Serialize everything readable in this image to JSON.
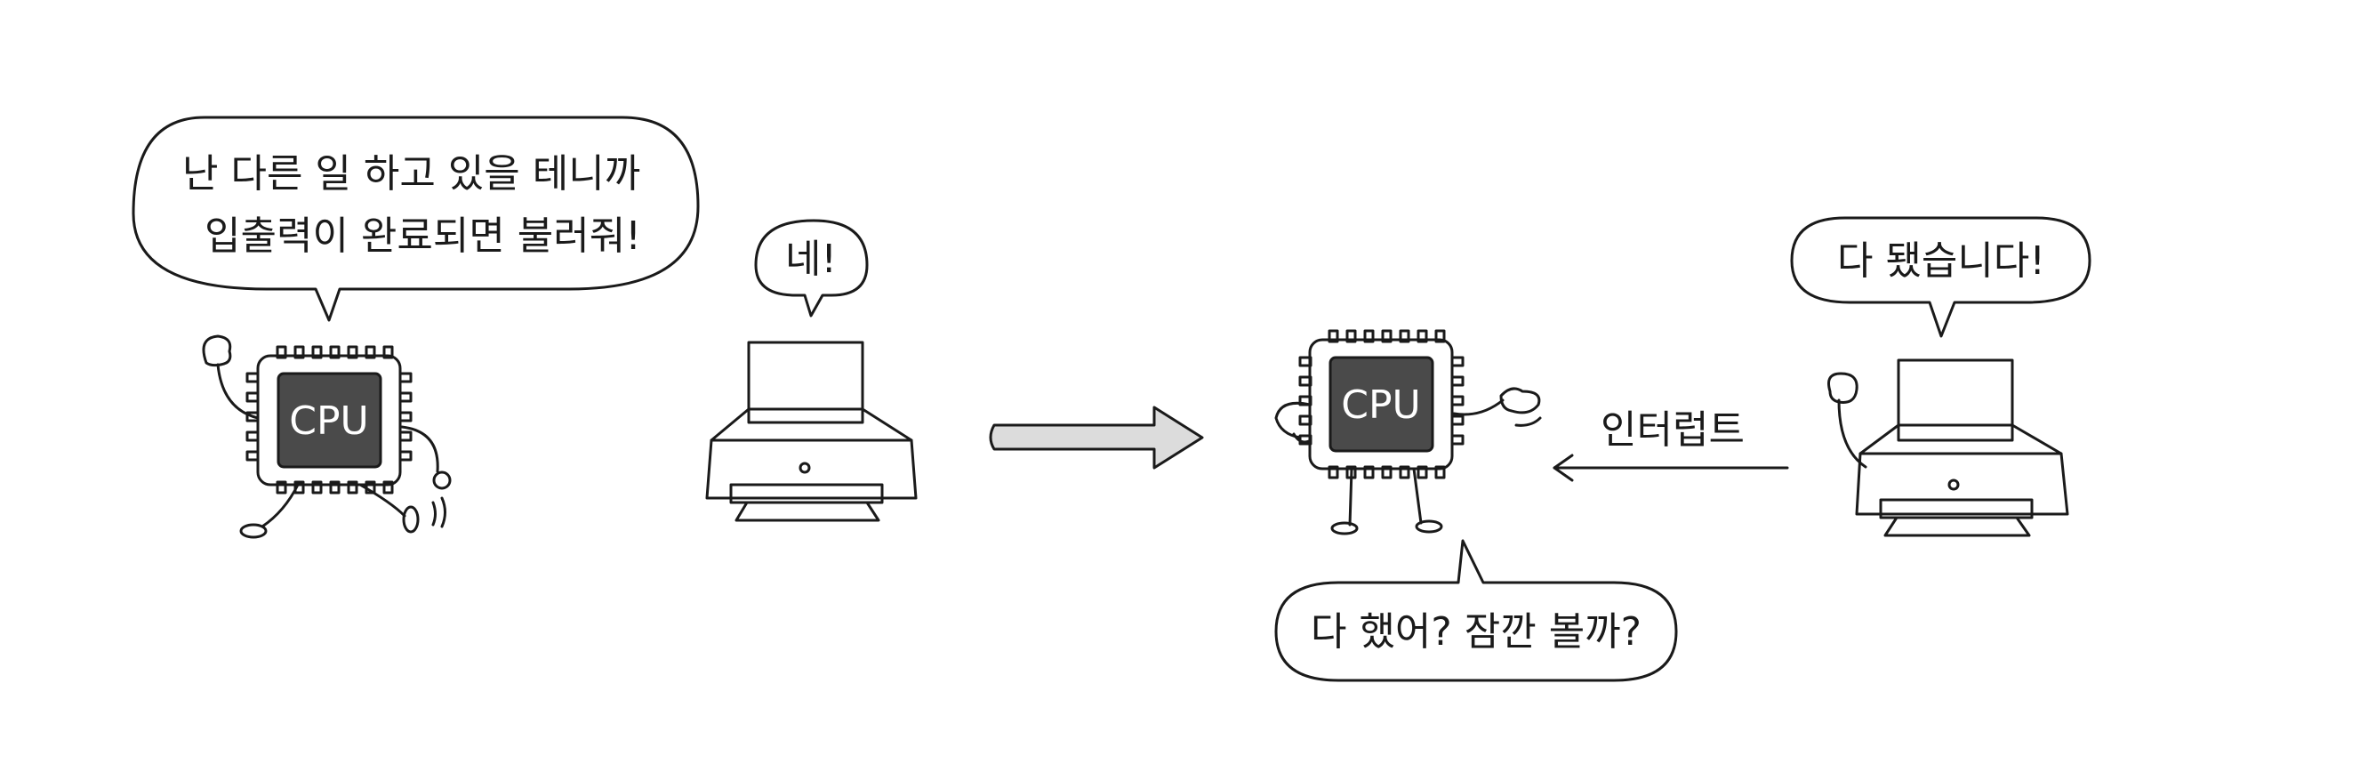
{
  "scene1": {
    "cpu_label": "CPU",
    "cpu_bubble_line1": "난 다른 일 하고 있을 테니까",
    "cpu_bubble_line2": "입출력이 완료되면 불러줘!",
    "printer_bubble": "네!"
  },
  "scene2": {
    "cpu_label": "CPU",
    "printer_bubble": "다 됐습니다!",
    "interrupt_label": "인터럽트",
    "cpu_bubble": "다 했어? 잠깐 볼까?"
  },
  "colors": {
    "chip_body": "#bdbdbd",
    "chip_core": "#4a4a4a",
    "printer_body": "#f8e7df",
    "arrow_fill": "#dcdcdc"
  }
}
